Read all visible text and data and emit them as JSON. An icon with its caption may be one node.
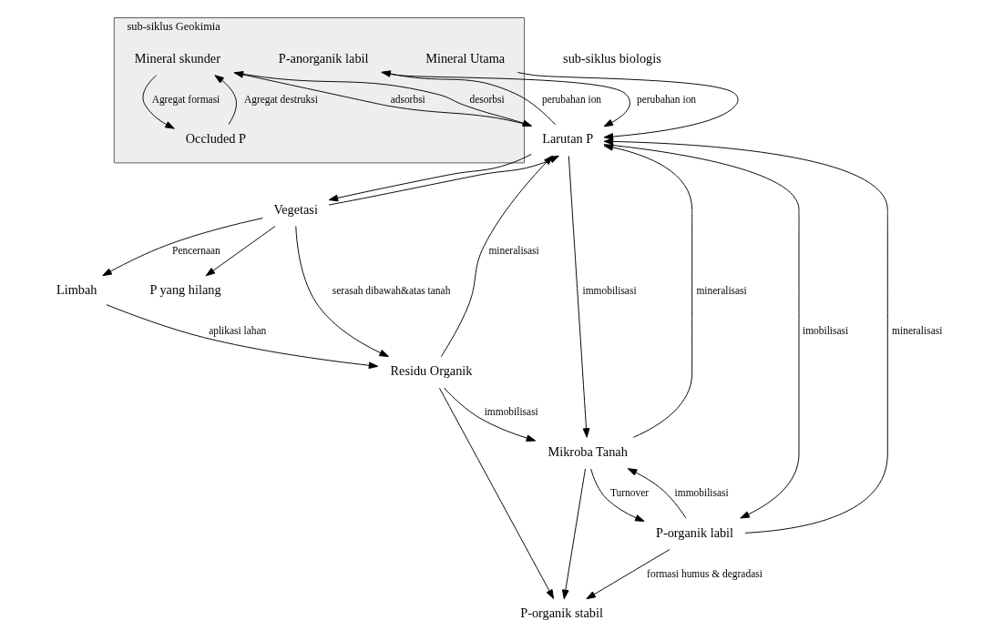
{
  "diagram": {
    "nodes": [
      {
        "text": [
          "sub-siklus Geokimia"
        ]
      },
      {
        "text": [
          "Mineral Utama"
        ],
        "in": 0
      },
      {
        "text": [
          "Mineral skunder"
        ],
        "in": 0
      },
      {
        "text": [
          "Occluded P"
        ],
        "in": 0
      },
      {
        "text": [
          "P-anorganik labil"
        ],
        "in": 0
      },
      {
        "text": [
          "Larutan P"
        ]
      },
      {
        "text": [
          "P yang hilang"
        ]
      },
      {
        "text": [
          "Vegetasi"
        ]
      },
      {
        "text": [
          "Limbah"
        ]
      },
      {
        "text": [
          "Residu Organik"
        ]
      },
      {
        "text": [
          "Mikroba Tanah"
        ]
      },
      {
        "text": [
          "P-organik labil"
        ]
      },
      {
        "text": [
          "P-organik stabil"
        ]
      }
    ],
    "edges": [
      {
        "from": 1,
        "to": 5,
        "arrow": "to"
      },
      {
        "from": 2,
        "to": 5,
        "arrow": "to",
        "label": "desorbsi"
      },
      {
        "from": 5,
        "to": 2,
        "arrow": "to",
        "label": "adsorbsi"
      },
      {
        "from": 3,
        "to": 2,
        "arrow": "to",
        "label": "Agregat destruksi"
      },
      {
        "from": 2,
        "to": 3,
        "arrow": "to",
        "label": "Agregat formasi"
      },
      {
        "from": 4,
        "to": 5,
        "arrow": "to",
        "label": "perubahan ion"
      },
      {
        "from": 5,
        "to": 4,
        "arrow": "to",
        "label": "perubahan ion"
      },
      {
        "from": 5,
        "to": 7,
        "arrow": "to"
      },
      {
        "from": 7,
        "to": 5,
        "arrow": "to"
      },
      {
        "from": 7,
        "to": 6,
        "arrow": "to"
      },
      {
        "from": 7,
        "to": 8,
        "arrow": "to",
        "label": "Pencernaan"
      },
      {
        "from": 7,
        "to": 9,
        "arrow": "to",
        "label": "serasah dibawah&atas tanah"
      },
      {
        "from": 8,
        "to": 9,
        "arrow": "to",
        "label": "aplikasi lahan"
      },
      {
        "from": 9,
        "to": 5,
        "arrow": "to",
        "label": "mineralisasi"
      },
      {
        "from": 9,
        "to": 10,
        "arrow": "to",
        "label": "immobilisasi"
      },
      {
        "from": 5,
        "to": 10,
        "arrow": "to",
        "label": "immobilisasi"
      },
      {
        "from": 10,
        "to": 5,
        "arrow": "to",
        "label": "mineralisasi"
      },
      {
        "from": 11,
        "to": 10,
        "arrow": "to",
        "label": "immobilisasi"
      },
      {
        "from": 10,
        "to": 11,
        "arrow": "to",
        "label": "Turnover"
      },
      {
        "from": 11,
        "to": 5,
        "arrow": "to",
        "label": "mineralisasi"
      },
      {
        "from": 5,
        "to": 11,
        "arrow": "to",
        "label": "imobilisasi"
      },
      {
        "from": 9,
        "to": 12,
        "arrow": "to"
      },
      {
        "from": 10,
        "to": 12,
        "arrow": "to"
      },
      {
        "from": 11,
        "to": 12,
        "arrow": "to",
        "label": "formasi humus & degradasi"
      }
    ],
    "labels": [
      "sub-siklus biologis"
    ]
  }
}
